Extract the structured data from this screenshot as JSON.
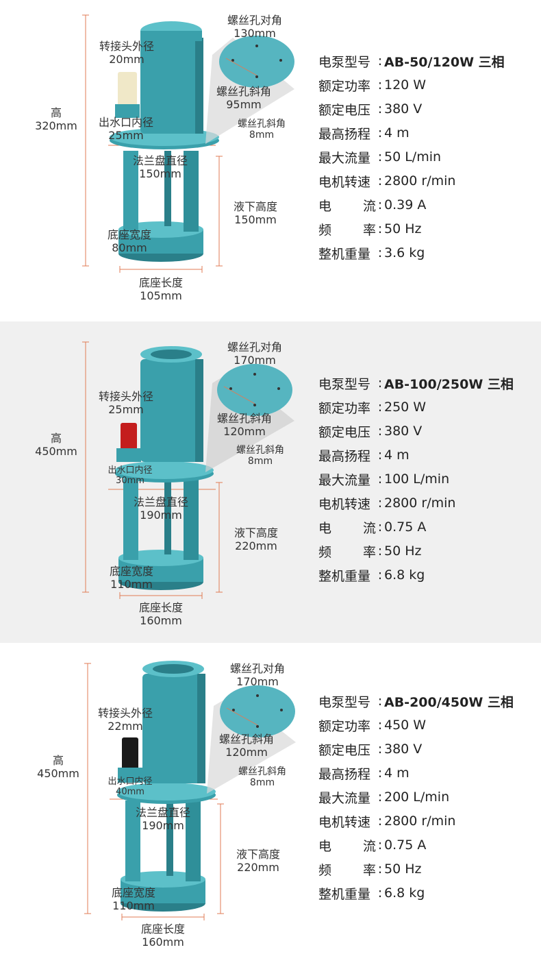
{
  "models": [
    {
      "labels": {
        "height_title": "高",
        "height_value": "320mm",
        "hole_diag_title": "螺丝孔对角",
        "hole_diag_value": "130mm",
        "adapter_od_title": "转接头外径",
        "adapter_od_value": "20mm",
        "hole_slant_title": "螺丝孔斜角",
        "hole_slant_value": "95mm",
        "outlet_id_title": "出水口内径",
        "outlet_id_value": "25mm",
        "hole_size_title": "螺丝孔斜角",
        "hole_size_value": "8mm",
        "flange_title": "法兰盘直径",
        "flange_value": "150mm",
        "submerged_title": "液下高度",
        "submerged_value": "150mm",
        "base_width_title": "底座宽度",
        "base_width_value": "80mm",
        "base_length_title": "底座长度",
        "base_length_value": "105mm"
      },
      "adapter_color": "#f0e8c8",
      "specs": [
        {
          "key": "电泵型号",
          "value": "AB-50/120W 三相",
          "bold": true
        },
        {
          "key": "额定功率",
          "value": "120 W"
        },
        {
          "key": "额定电压",
          "value": "380 V"
        },
        {
          "key": "最高扬程",
          "value": "4 m"
        },
        {
          "key": "最大流量",
          "value": "50 L/min"
        },
        {
          "key": "电机转速",
          "value": "2800 r/min"
        },
        {
          "key": "电流",
          "value": "0.39 A",
          "spread": true
        },
        {
          "key": "频率",
          "value": "50 Hz",
          "spread": true
        },
        {
          "key": "整机重量",
          "value": "3.6 kg"
        }
      ]
    },
    {
      "labels": {
        "height_title": "高",
        "height_value": "450mm",
        "hole_diag_title": "螺丝孔对角",
        "hole_diag_value": "170mm",
        "adapter_od_title": "转接头外径",
        "adapter_od_value": "25mm",
        "hole_slant_title": "螺丝孔斜角",
        "hole_slant_value": "120mm",
        "outlet_id_title": "出水口内径",
        "outlet_id_value": "30mm",
        "hole_size_title": "螺丝孔斜角",
        "hole_size_value": "8mm",
        "flange_title": "法兰盘直径",
        "flange_value": "190mm",
        "submerged_title": "液下高度",
        "submerged_value": "220mm",
        "base_width_title": "底座宽度",
        "base_width_value": "110mm",
        "base_length_title": "底座长度",
        "base_length_value": "160mm"
      },
      "adapter_color": "#c41d1d",
      "specs": [
        {
          "key": "电泵型号",
          "value": "AB-100/250W 三相",
          "bold": true
        },
        {
          "key": "额定功率",
          "value": "250 W"
        },
        {
          "key": "额定电压",
          "value": "380 V"
        },
        {
          "key": "最高扬程",
          "value": "4 m"
        },
        {
          "key": "最大流量",
          "value": "100 L/min"
        },
        {
          "key": "电机转速",
          "value": "2800 r/min"
        },
        {
          "key": "电流",
          "value": "0.75 A",
          "spread": true
        },
        {
          "key": "频率",
          "value": "50 Hz",
          "spread": true
        },
        {
          "key": "整机重量",
          "value": "6.8 kg"
        }
      ]
    },
    {
      "labels": {
        "height_title": "高",
        "height_value": "450mm",
        "hole_diag_title": "螺丝孔对角",
        "hole_diag_value": "170mm",
        "adapter_od_title": "转接头外径",
        "adapter_od_value": "22mm",
        "hole_slant_title": "螺丝孔斜角",
        "hole_slant_value": "120mm",
        "outlet_id_title": "出水口内径",
        "outlet_id_value": "40mm",
        "hole_size_title": "螺丝孔斜角",
        "hole_size_value": "8mm",
        "flange_title": "法兰盘直径",
        "flange_value": "190mm",
        "submerged_title": "液下高度",
        "submerged_value": "220mm",
        "base_width_title": "底座宽度",
        "base_width_value": "110mm",
        "base_length_title": "底座长度",
        "base_length_value": "160mm"
      },
      "adapter_color": "#1a1a1a",
      "specs": [
        {
          "key": "电泵型号",
          "value": "AB-200/450W 三相",
          "bold": true
        },
        {
          "key": "额定功率",
          "value": "450 W"
        },
        {
          "key": "额定电压",
          "value": "380 V"
        },
        {
          "key": "最高扬程",
          "value": "4 m"
        },
        {
          "key": "最大流量",
          "value": "200 L/min"
        },
        {
          "key": "电机转速",
          "value": "2800 r/min"
        },
        {
          "key": "电流",
          "value": "0.75 A",
          "spread": true
        },
        {
          "key": "频率",
          "value": "50 Hz",
          "spread": true
        },
        {
          "key": "整机重量",
          "value": "6.8 kg"
        }
      ]
    }
  ],
  "colors": {
    "pump_body": "#3aa0ab",
    "pump_dark": "#2a7f89",
    "pump_light": "#5cc0c9",
    "dimension_line": "#e07b55",
    "flange_disc": "#56b5c0"
  }
}
